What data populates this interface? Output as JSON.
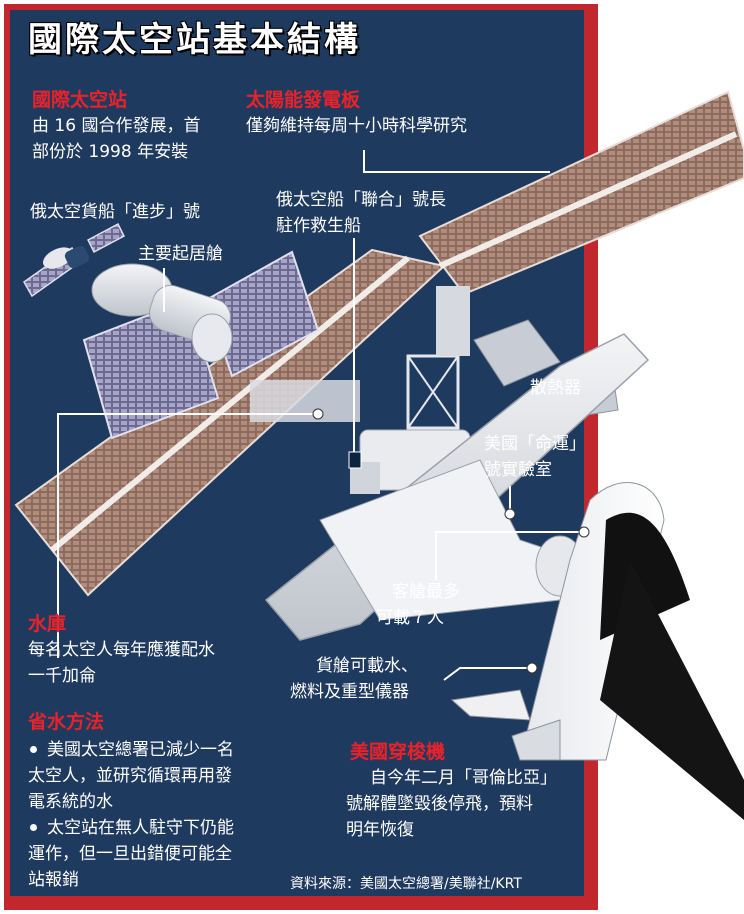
{
  "title": "國際太空站基本結構",
  "iss": {
    "heading": "國際太空站",
    "line1": "由 16 國合作發展，首",
    "line2": "部份於 1998 年安裝"
  },
  "solar": {
    "heading": "太陽能發電板",
    "line1": "僅夠維持每周十小時科學研究"
  },
  "progress": {
    "label": "俄太空貨船「進步」號"
  },
  "soyuz": {
    "line1": "俄太空船「聯合」號長",
    "line2": "駐作救生船"
  },
  "habitat": {
    "label": "主要起居艙"
  },
  "radiator": {
    "label": "散熱器"
  },
  "destiny": {
    "line1": "美國「命運」",
    "line2": "號實驗室"
  },
  "cabin": {
    "line1": "客艙最多",
    "line2": "可載７人"
  },
  "cargo": {
    "line1": "貨艙可載水、",
    "line2": "燃料及重型儀器"
  },
  "water": {
    "heading": "水庫",
    "line1": "每名太空人每年應獲配水",
    "line2": "一千加侖"
  },
  "save": {
    "heading": "省水方法",
    "b1_line1": "美國太空總署已減少一名",
    "b1_line2": "太空人，並研究循環再用發",
    "b1_line3": "電系統的水",
    "b2_line1": "太空站在無人駐守下仍能",
    "b2_line2": "運作，但一旦出錯便可能全",
    "b2_line3": "站報銷"
  },
  "shuttle": {
    "heading": "美國穿梭機",
    "line1": "自今年二月「哥倫比亞」",
    "line2": "號解體墜毀後停飛，預料",
    "line3": "明年恢復"
  },
  "source": "資料來源：美國太空總署/美聯社/KRT",
  "colors": {
    "frame": "#c1272d",
    "panel": "#1f3a5f",
    "accent": "#e8222a"
  }
}
